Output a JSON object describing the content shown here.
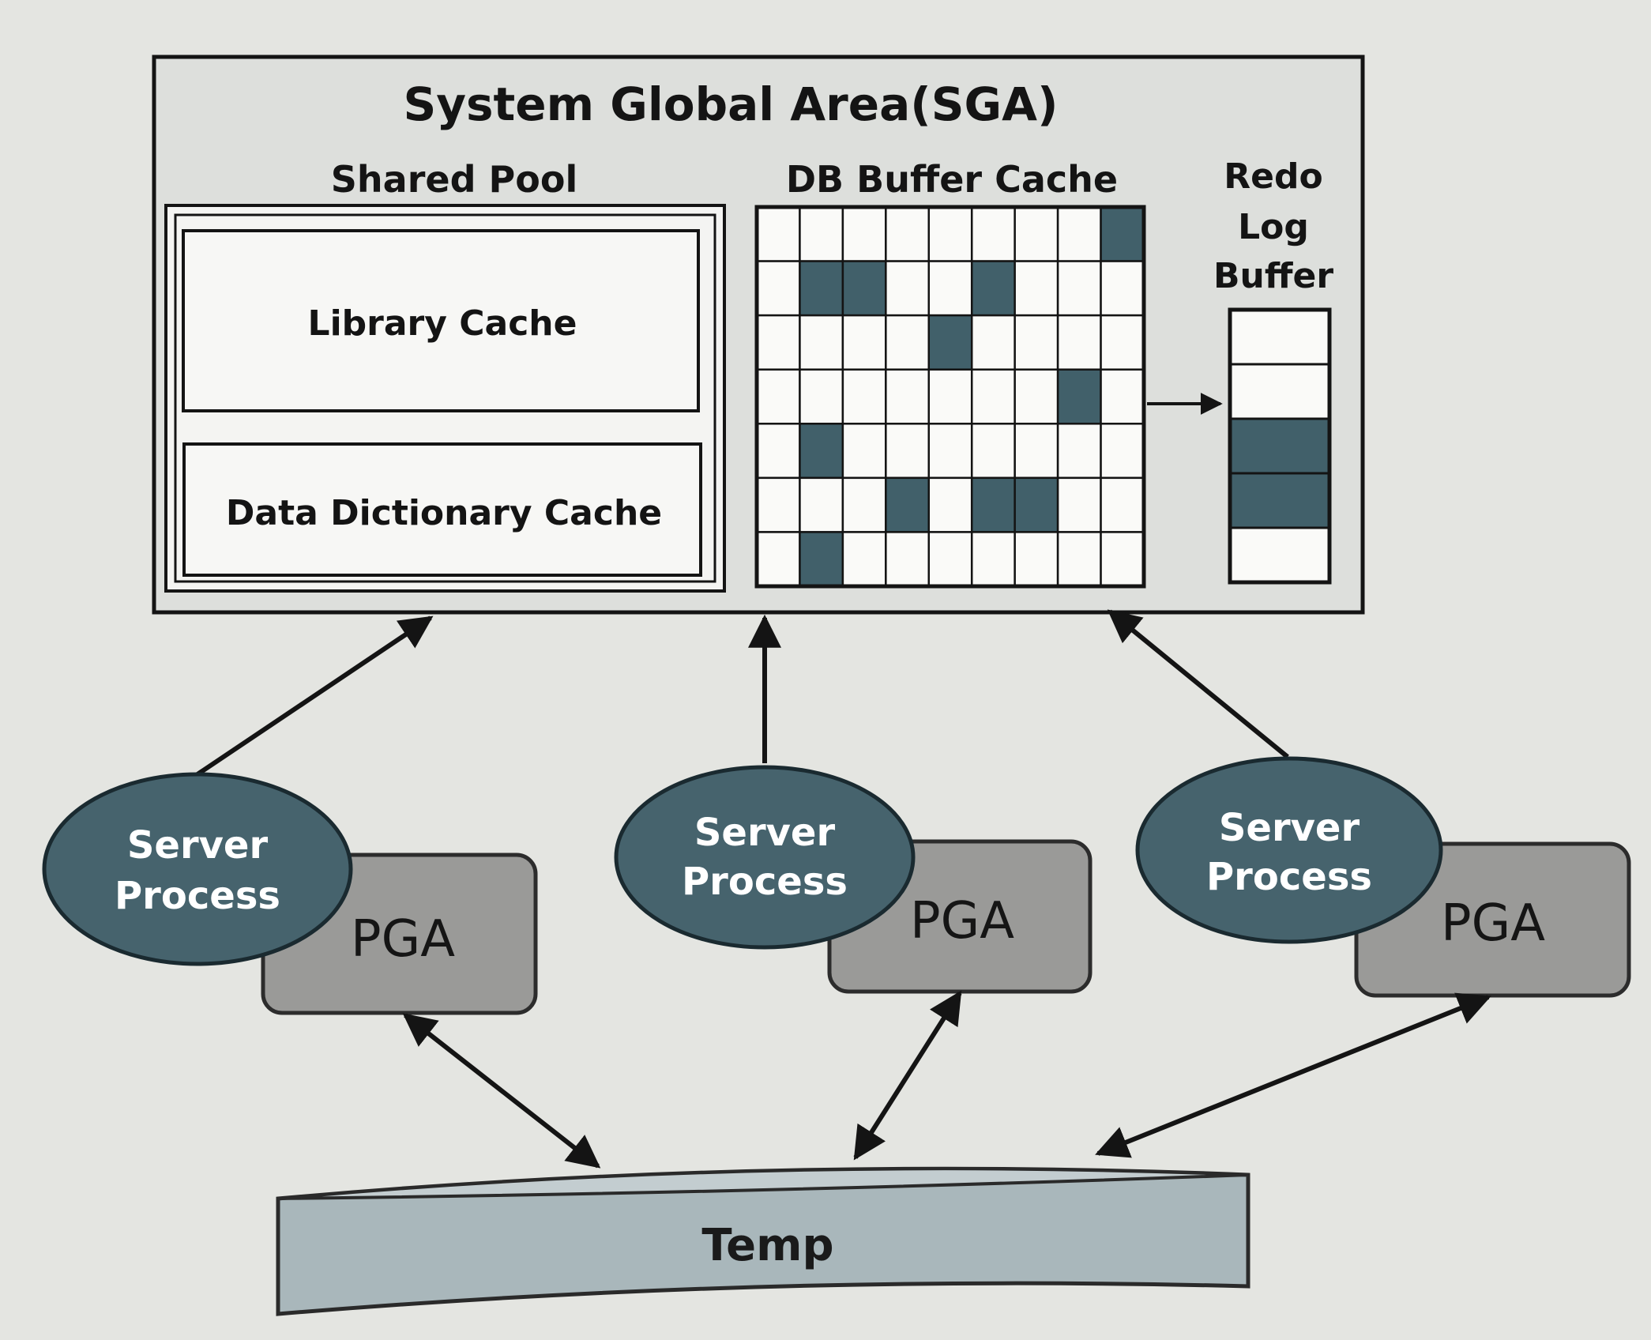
{
  "sga": {
    "title": "System Global Area(SGA)",
    "shared_pool": {
      "label": "Shared Pool",
      "library_cache": "Library Cache",
      "data_dictionary_cache": "Data Dictionary Cache"
    },
    "db_buffer_cache": {
      "label": "DB Buffer Cache",
      "rows": 7,
      "cols": 9,
      "filled_cells": [
        [
          0,
          8
        ],
        [
          1,
          1
        ],
        [
          1,
          2
        ],
        [
          1,
          5
        ],
        [
          2,
          4
        ],
        [
          3,
          7
        ],
        [
          4,
          1
        ],
        [
          5,
          3
        ],
        [
          5,
          5
        ],
        [
          5,
          6
        ],
        [
          6,
          1
        ]
      ]
    },
    "redo_log_buffer": {
      "label_lines": [
        "Redo",
        "Log",
        "Buffer"
      ],
      "slots": 5,
      "filled_slots": [
        2,
        3
      ]
    }
  },
  "server_processes": [
    {
      "label_lines": [
        "Server",
        "Process"
      ],
      "pga_label": "PGA"
    },
    {
      "label_lines": [
        "Server",
        "Process"
      ],
      "pga_label": "PGA"
    },
    {
      "label_lines": [
        "Server",
        "Process"
      ],
      "pga_label": "PGA"
    }
  ],
  "temp": {
    "label": "Temp"
  },
  "colors": {
    "background": "#e4e5e1",
    "sga_fill": "#dddfdc",
    "cell_filled": "#41606a",
    "ellipse_fill": "#46636d",
    "pga_fill": "#9a9a98",
    "temp_fill": "#a9b7bb",
    "stroke": "#141414"
  }
}
